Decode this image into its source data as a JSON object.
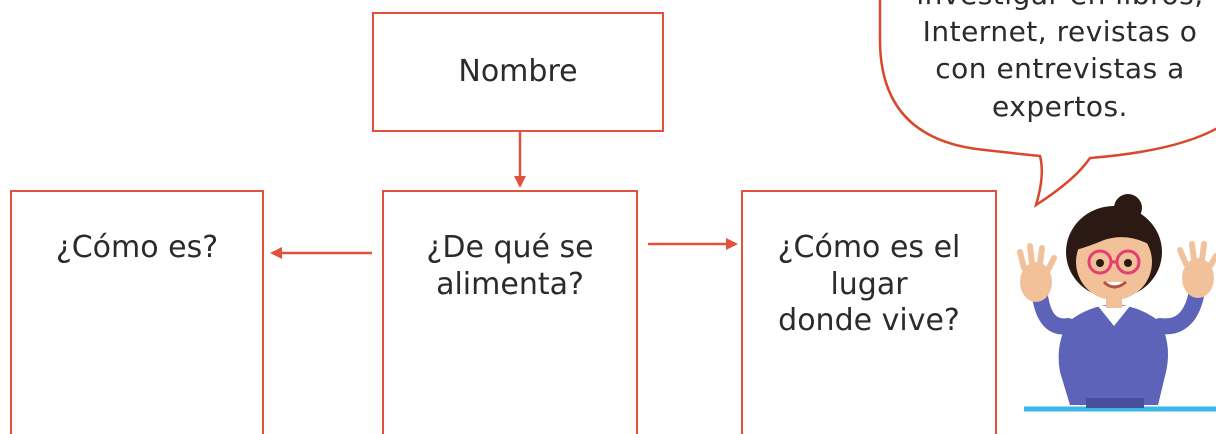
{
  "diagram": {
    "nodes": {
      "nombre": "Nombre",
      "como_es": "¿Cómo es?",
      "alimenta": [
        "¿De qué se",
        "alimenta?"
      ],
      "lugar": [
        "¿Cómo es el",
        "lugar",
        "donde vive?"
      ]
    },
    "edges": [
      {
        "from": "nombre",
        "to": "alimenta"
      },
      {
        "from": "alimenta",
        "to": "como_es"
      },
      {
        "from": "alimenta",
        "to": "lugar"
      }
    ]
  },
  "speech_bubble": {
    "lines": [
      "investigar en libros,",
      "Internet, revistas o",
      "con entrevistas a",
      "expertos."
    ]
  },
  "colors": {
    "box_border": "#e0523c",
    "arrow": "#e0523c",
    "bubble_border": "#d9472c",
    "underline": "#3bb7e8",
    "text": "#2b2b2b"
  },
  "illustration": "girl-with-glasses-waving"
}
